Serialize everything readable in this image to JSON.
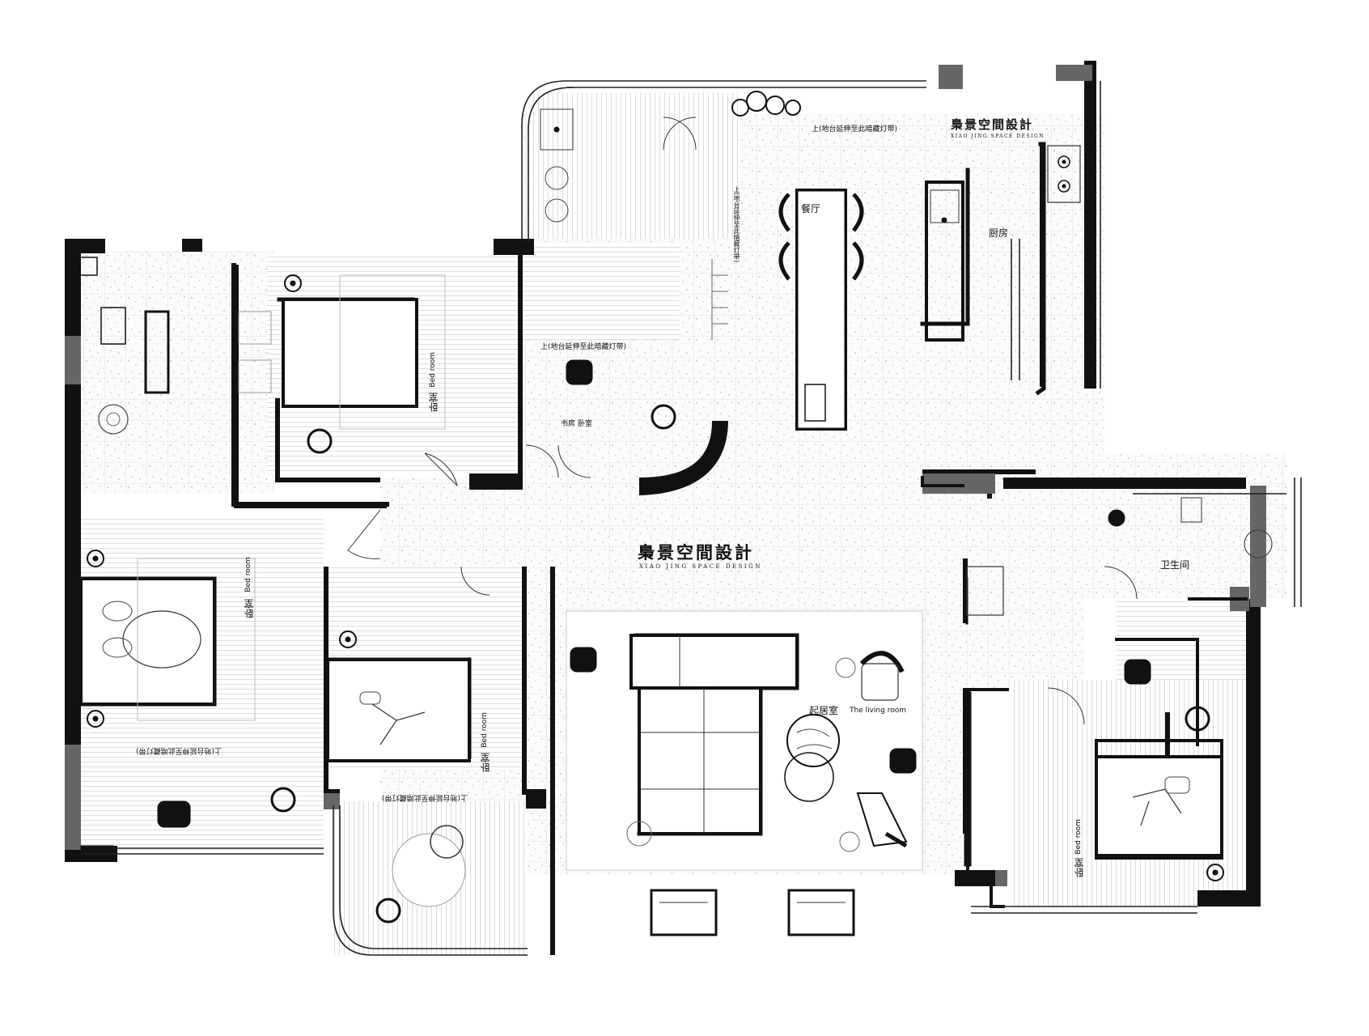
{
  "brand": {
    "cn": "梟景空間設計",
    "en": "XIAO JING SPACE DESIGN"
  },
  "rooms": {
    "dining": "餐厅",
    "kitchen": "厨房",
    "study": "书房 卧室",
    "living_cn": "起居室",
    "living_en": "The living room",
    "bathroom": "卫生间",
    "bedroom_cn": "卧室",
    "bedroom_en": "Bed room"
  },
  "notes": {
    "led_strip": "上(地台延伸至此暗藏灯带)",
    "led_strip_alt": "上(地台延伸至此暗藏灯带)"
  },
  "colors": {
    "wall": "#111111",
    "column": "#555555",
    "floor_line": "#cfcfcf",
    "terrazzo_dot": "#b8b8b8"
  }
}
